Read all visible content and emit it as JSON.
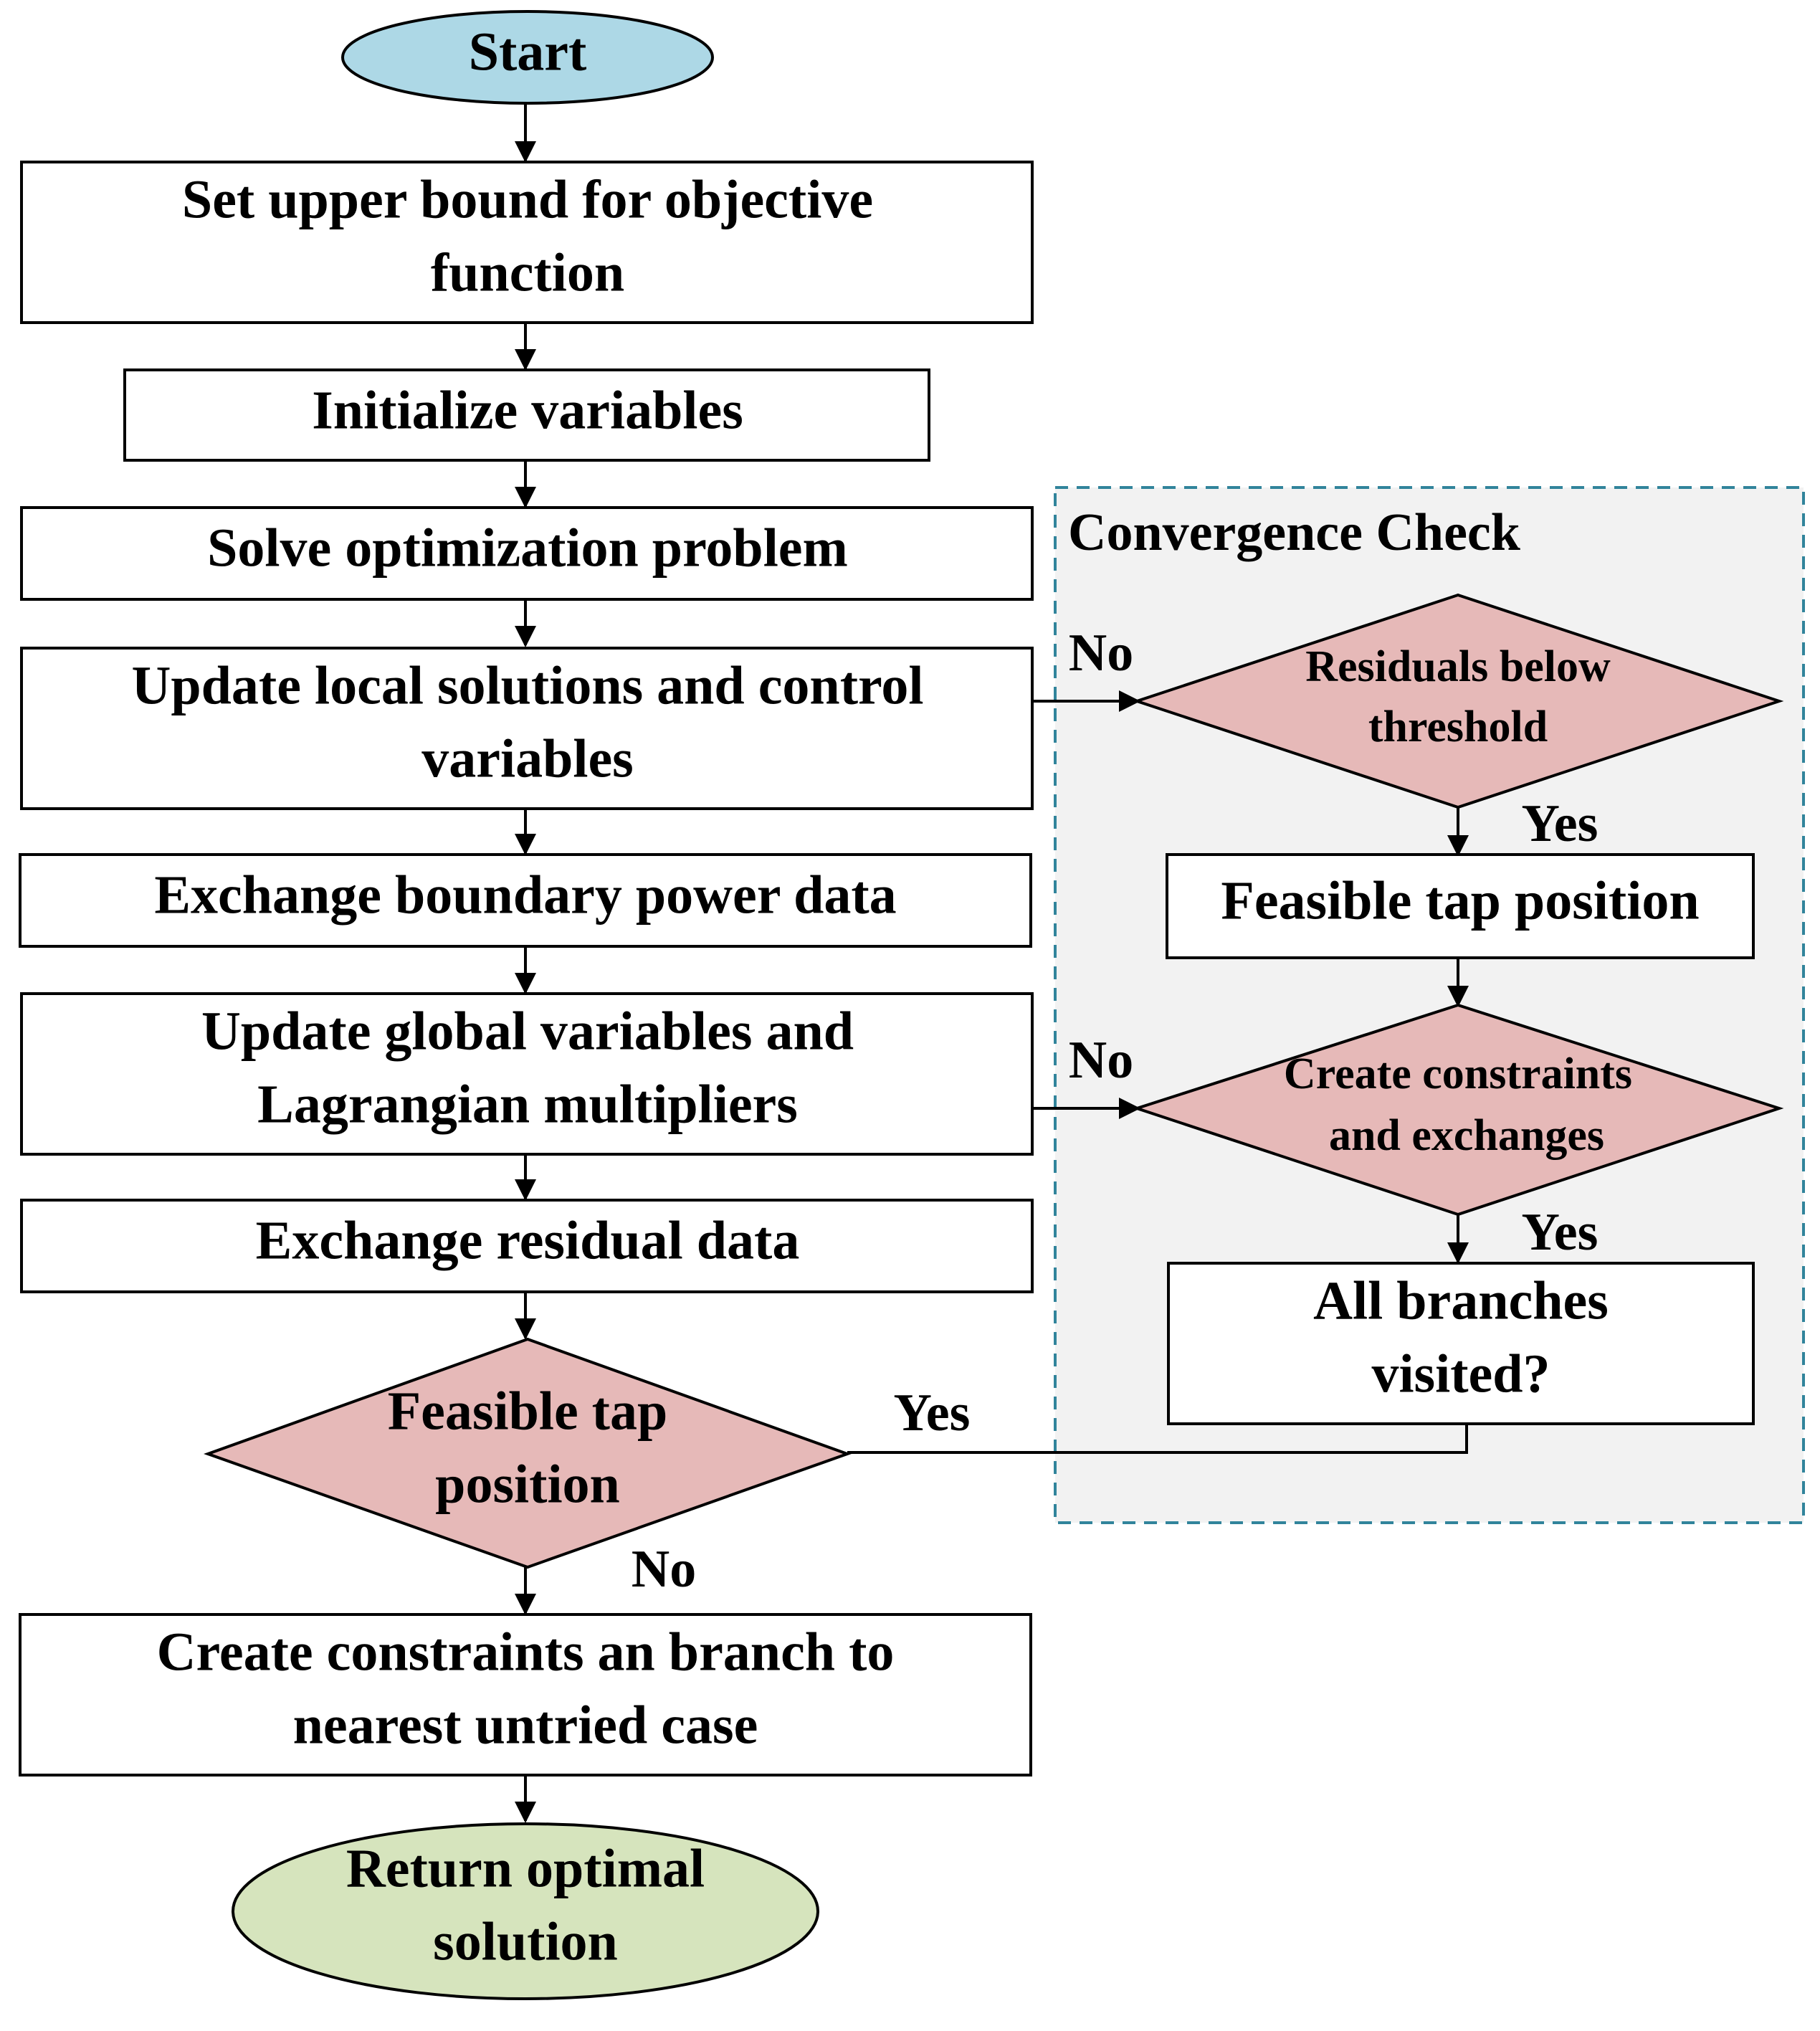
{
  "start": "Start",
  "steps": {
    "set_upper_bound": [
      "Set upper bound for objective",
      "function"
    ],
    "initialize": "Initialize variables",
    "solve": "Solve optimization problem",
    "update_local": [
      "Update local solutions and control",
      "variables"
    ],
    "exchange_boundary": "Exchange boundary power data",
    "update_global": [
      "Update global variables and",
      "Lagrangian multipliers"
    ],
    "exchange_residual": "Exchange residual data",
    "create_branch": [
      "Create constraints an branch to",
      "nearest untried case"
    ]
  },
  "decision_feasible": [
    "Feasible tap",
    "position"
  ],
  "end": [
    "Return optimal",
    "solution"
  ],
  "convergence": {
    "title": "Convergence Check",
    "residuals_decision": [
      "Residuals below",
      "threshold"
    ],
    "feasible_box": "Feasible tap position",
    "constraints_decision": [
      "Create constraints",
      "and exchanges"
    ],
    "branches_box": [
      "All branches",
      "visited?"
    ]
  },
  "labels": {
    "no_1": "No",
    "yes_1": "Yes",
    "no_2": "No",
    "yes_2": "Yes",
    "yes_3": "Yes",
    "no_3": "No"
  },
  "colors": {
    "start_fill": "#add8e6",
    "end_fill": "#d6e4bd",
    "decision_fill": "#e6b9b8",
    "panel_fill": "#f2f2f2",
    "panel_border": "#31849b"
  }
}
